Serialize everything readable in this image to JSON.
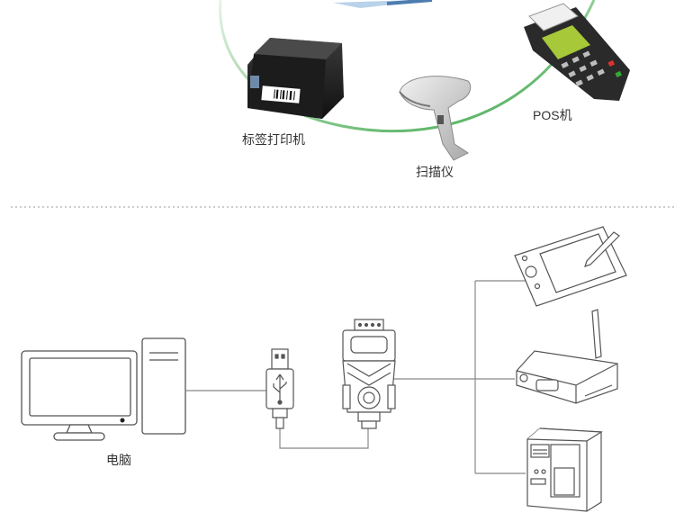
{
  "top_section": {
    "devices": [
      {
        "id": "label-printer",
        "label": "标签打印机"
      },
      {
        "id": "scanner",
        "label": "扫描仪"
      },
      {
        "id": "pos",
        "label": "POS机"
      }
    ]
  },
  "bottom_section": {
    "computer_label": "电脑"
  },
  "colors": {
    "green_arc": "#3aa648",
    "line": "#888888",
    "dash": "#999999",
    "outline": "#555555"
  }
}
